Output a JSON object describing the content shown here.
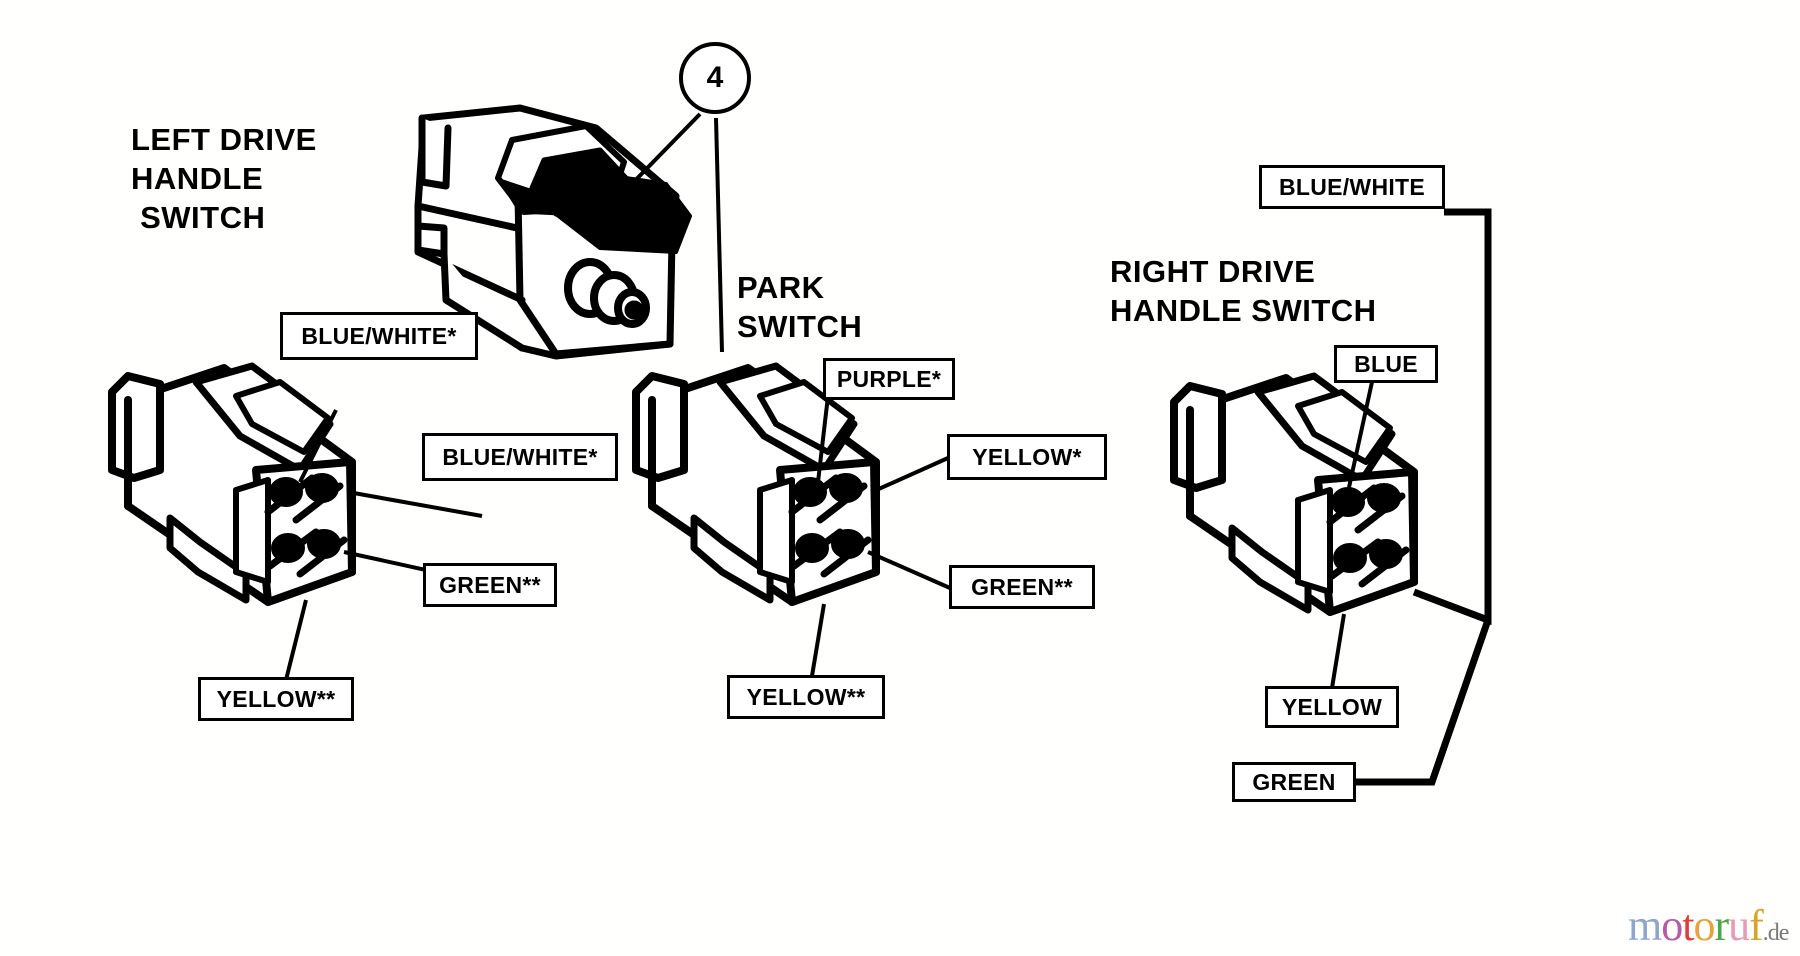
{
  "diagram": {
    "title_left": "LEFT DRIVE\nHANDLE\n SWITCH",
    "title_left_lines": [
      "LEFT DRIVE",
      "HANDLE",
      " SWITCH"
    ],
    "title_park_lines": [
      "PARK",
      "SWITCH"
    ],
    "title_right_lines": [
      "RIGHT DRIVE",
      "HANDLE SWITCH"
    ],
    "callout": {
      "number": "4"
    }
  },
  "left_switch": {
    "name": "LEFT DRIVE HANDLE SWITCH",
    "labels": {
      "upper": "BLUE/WHITE*",
      "middle": "BLUE/WHITE*",
      "lower": "GREEN**",
      "bottom": "YELLOW**"
    }
  },
  "park_switch": {
    "name": "PARK SWITCH",
    "labels": {
      "upper": "PURPLE*",
      "middle": "YELLOW*",
      "lower": "GREEN**",
      "bottom": "YELLOW**"
    }
  },
  "right_switch": {
    "name": "RIGHT DRIVE HANDLE SWITCH",
    "labels": {
      "top": "BLUE/WHITE",
      "upper": "BLUE",
      "lower": "YELLOW",
      "bottom": "GREEN"
    }
  },
  "watermark": {
    "letters": [
      {
        "ch": "m",
        "color": "#8ea5d2"
      },
      {
        "ch": "o",
        "color": "#b45ca8"
      },
      {
        "ch": "t",
        "color": "#e03c3c"
      },
      {
        "ch": "o",
        "color": "#e8a33d"
      },
      {
        "ch": "r",
        "color": "#4aa84a"
      },
      {
        "ch": "u",
        "color": "#e89ab8"
      },
      {
        "ch": "f",
        "color": "#d8a32a"
      }
    ],
    "suffix": ".de"
  },
  "colors": {
    "line": "#000000",
    "background": "#ffffff"
  }
}
